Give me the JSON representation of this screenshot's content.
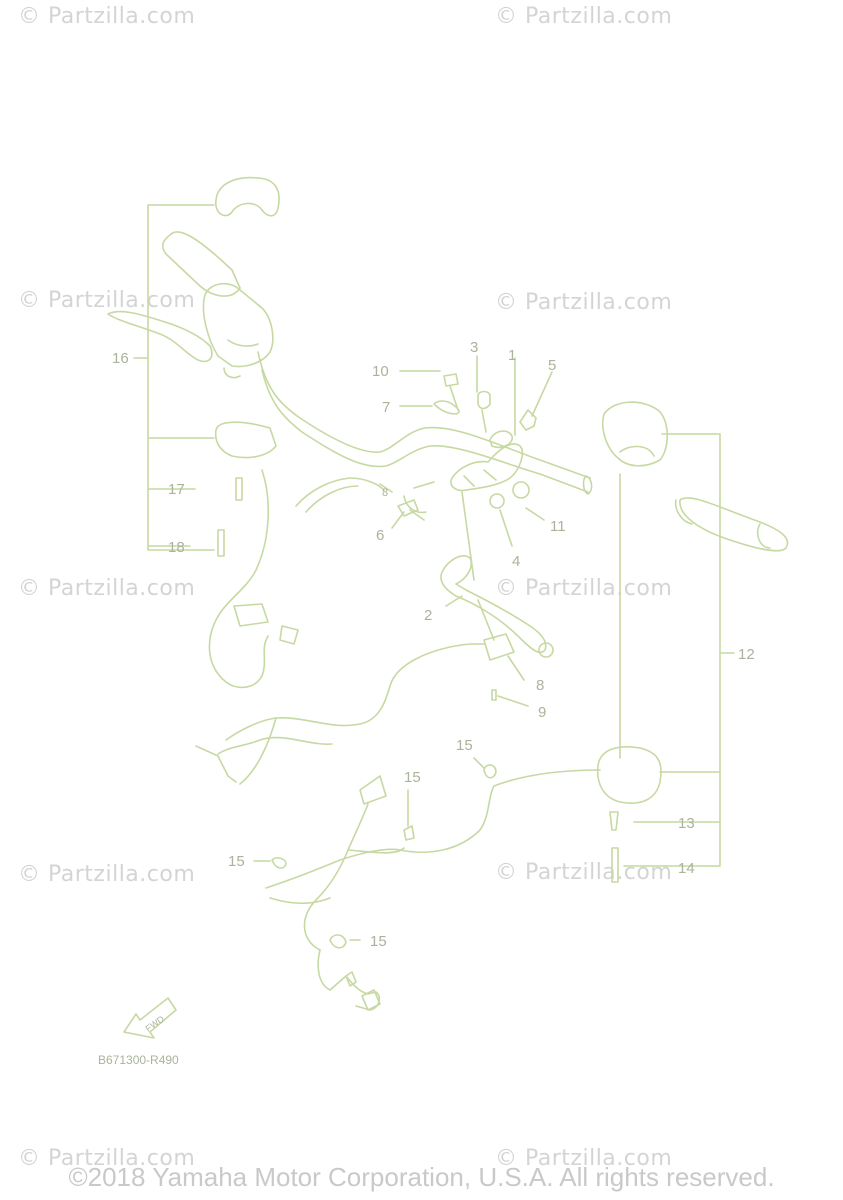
{
  "watermarks": [
    "© Partzilla.com",
    "© Partzilla.com",
    "© Partzilla.com",
    "© Partzilla.com",
    "© Partzilla.com",
    "© Partzilla.com",
    "© Partzilla.com",
    "© Partzilla.com",
    "© Partzilla.com",
    "© Partzilla.com"
  ],
  "callouts": {
    "c1": "1",
    "c2": "2",
    "c3": "3",
    "c4": "4",
    "c5": "5",
    "c6": "6",
    "c7": "7",
    "c8a": "8",
    "c8b": "8",
    "c9": "9",
    "c10": "10",
    "c11": "11",
    "c12": "12",
    "c13": "13",
    "c14": "14",
    "c15a": "15",
    "c15b": "15",
    "c15c": "15",
    "c15d": "15",
    "c16": "16",
    "c17": "17",
    "c18": "18"
  },
  "fwd_label": "FWD",
  "diagram_code": "B671300-R490",
  "copyright": "©2018 Yamaha Motor Corporation, U.S.A. All rights reserved.",
  "colors": {
    "line": "#c6d9a2",
    "text": "#a9b49a",
    "watermark": "#d4d4d4"
  }
}
